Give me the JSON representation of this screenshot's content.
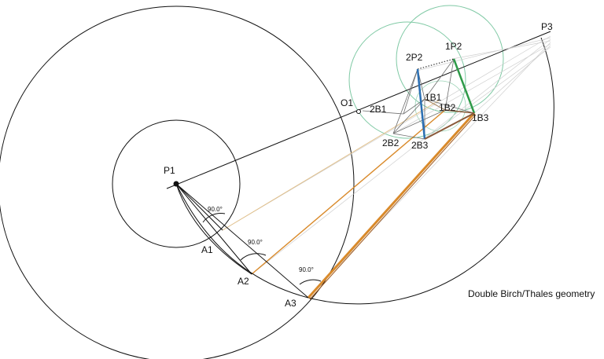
{
  "caption": "Double Birch/Thales geometry",
  "points": {
    "P1": "P1",
    "P3": "P3",
    "O1": "O1",
    "A1": "A1",
    "A2": "A2",
    "A3": "A3",
    "1P2": "1P2",
    "2P2": "2P2",
    "1B1": "1B1",
    "1B2": "1B2",
    "1B3": "1B3",
    "2B1": "2B1",
    "2B2": "2B2",
    "2B3": "2B3"
  },
  "angles": {
    "a1": "90.0°",
    "a2": "90.0°",
    "a3": "90.0°"
  },
  "colors": {
    "construction": "#111111",
    "thales_circle": "#7fc9a4",
    "link_green": "#2e9a48",
    "link_blue": "#2b6fb3",
    "link_orange": "#d98a2b",
    "link_brown": "#8a5a3a",
    "faint": "#c9c9c9"
  }
}
